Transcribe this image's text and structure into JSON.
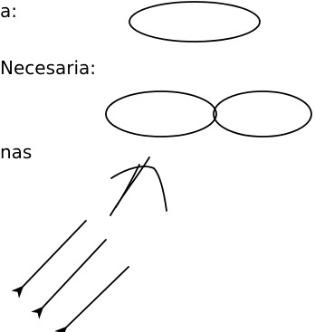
{
  "text_lines": [
    "a:",
    "Necesaria:",
    "nas"
  ],
  "stroke_color": "#000000"
}
